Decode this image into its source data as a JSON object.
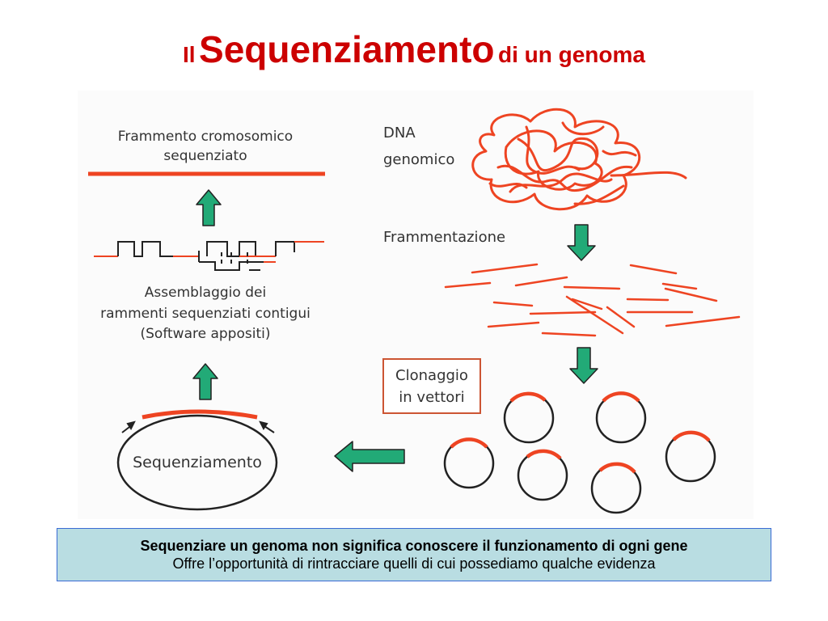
{
  "title": {
    "pre": "Il",
    "main": "Sequenziamento",
    "post": "di un genoma"
  },
  "diagram": {
    "fragment_label": [
      "Frammento cromosomico",
      "sequenziato"
    ],
    "dna_label": [
      "DNA",
      "genomico"
    ],
    "fragmentation_label": "Frammentazione",
    "assembly_label": [
      "Assemblaggio dei",
      "rammenti sequenziati contigui",
      "(Software appositi)"
    ],
    "cloning_label": [
      "Clonaggio",
      "in vettori"
    ],
    "sequencing_label": "Sequenziamento"
  },
  "note": {
    "line1": "Sequenziare un genoma non significa conoscere il funzionamento di ogni gene",
    "line2": "Offre l’opportunità di rintracciare quelli di cui possediamo qualche evidenza"
  },
  "colors": {
    "title": "#cc0000",
    "dna": "#ee4422",
    "arrow_fill": "#22aa77",
    "note_bg": "#b9dde2",
    "note_border": "#3a6bd4"
  }
}
